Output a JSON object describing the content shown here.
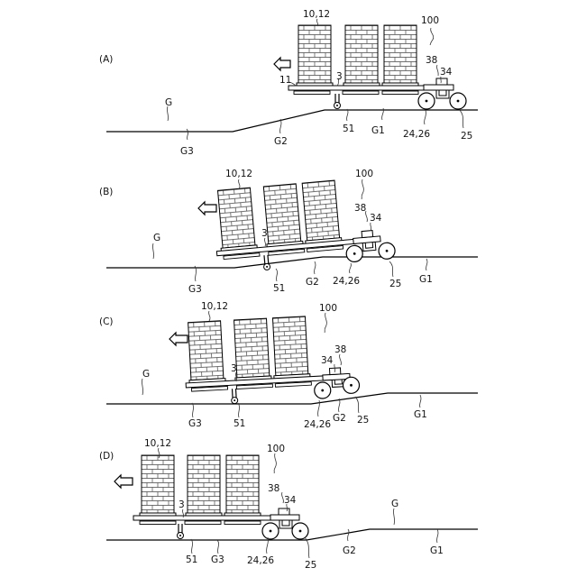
{
  "panels": [
    {
      "id": "A",
      "label": "(A)",
      "labels": {
        "load": "10,12",
        "vehicle": "100",
        "part38": "38",
        "part34": "34",
        "part11": "11",
        "part3": "3",
        "ground": "G",
        "ground_g3": "G3",
        "ground_g2": "G2",
        "ground_g1": "G1",
        "part51": "51",
        "wheel_pair": "24,26",
        "part25": "25"
      }
    },
    {
      "id": "B",
      "label": "(B)",
      "labels": {
        "load": "10,12",
        "vehicle": "100",
        "part38": "38",
        "part34": "34",
        "part3": "3",
        "ground": "G",
        "ground_g3": "G3",
        "part51": "51",
        "ground_g2": "G2",
        "wheel_pair": "24,26",
        "part25": "25",
        "ground_g1": "G1"
      }
    },
    {
      "id": "C",
      "label": "(C)",
      "labels": {
        "load": "10,12",
        "vehicle": "100",
        "part38": "38",
        "part34": "34",
        "part3": "3",
        "ground": "G",
        "ground_g3": "G3",
        "part51": "51",
        "wheel_pair": "24,26",
        "ground_g2": "G2",
        "part25": "25",
        "ground_g1": "G1"
      }
    },
    {
      "id": "D",
      "label": "(D)",
      "labels": {
        "load": "10,12",
        "vehicle": "100",
        "part38": "38",
        "part34": "34",
        "part3": "3",
        "ground": "G",
        "part51": "51",
        "ground_g3": "G3",
        "wheel_pair": "24,26",
        "part25": "25",
        "ground_g2": "G2",
        "ground_g1": "G1"
      }
    }
  ]
}
